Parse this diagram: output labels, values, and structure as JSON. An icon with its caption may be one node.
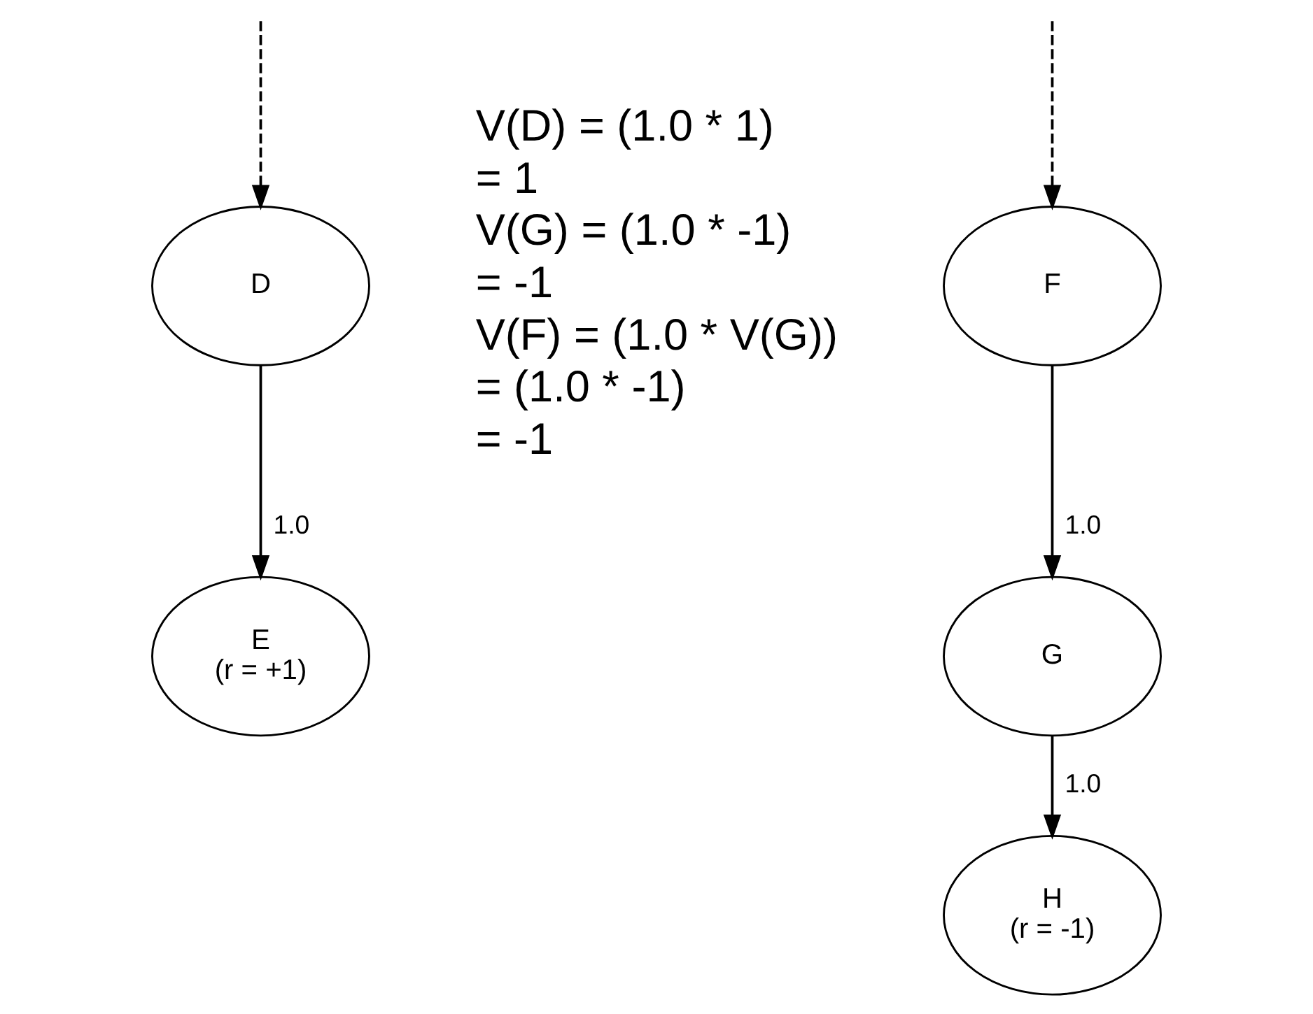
{
  "diagram": {
    "nodes": [
      {
        "text": [
          "D"
        ]
      },
      {
        "text": [
          "E",
          "(r = +1)"
        ]
      },
      {
        "text": [
          "F"
        ]
      },
      {
        "text": [
          "G"
        ]
      },
      {
        "text": [
          "H",
          "(r = -1)"
        ]
      }
    ],
    "edges": [
      {
        "from": null,
        "to": 0,
        "arrow": "to",
        "style": "dashed"
      },
      {
        "from": null,
        "to": 2,
        "arrow": "to",
        "style": "dashed"
      },
      {
        "from": 0,
        "to": 1,
        "arrow": "to",
        "label": "1.0"
      },
      {
        "from": 2,
        "to": 3,
        "arrow": "to",
        "label": "1.0"
      },
      {
        "from": 3,
        "to": 4,
        "arrow": "to",
        "label": "1.0"
      }
    ],
    "labels": [
      "V(D) = (1.0 * 1)",
      "= 1",
      "V(G) = (1.0 * -1)",
      "= -1",
      "V(F) = (1.0 * V(G))",
      "= (1.0 * -1)",
      "= -1"
    ]
  }
}
